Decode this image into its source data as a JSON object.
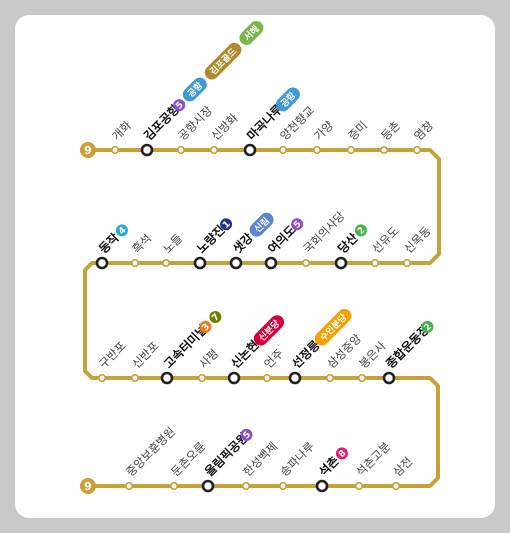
{
  "line": {
    "number": "9",
    "color": "#c7a23a",
    "terminal_color": "#c7a23a"
  },
  "rows": [
    {
      "stations": [
        {
          "name": "개화"
        },
        {
          "name": "김포공항",
          "transfer": true,
          "badges": [
            {
              "text": "5",
              "color": "#8a4fc9",
              "shape": "circle"
            },
            {
              "text": "공항",
              "color": "#3f9ad6",
              "shape": "pill"
            },
            {
              "text": "김포골드",
              "color": "#b08a2a",
              "shape": "pill"
            },
            {
              "text": "서해",
              "color": "#7ab648",
              "shape": "pill"
            }
          ]
        },
        {
          "name": "공항시장"
        },
        {
          "name": "신방화"
        },
        {
          "name": "마곡나루",
          "transfer": true,
          "badges": [
            {
              "text": "공항",
              "color": "#3f9ad6",
              "shape": "pill"
            }
          ]
        },
        {
          "name": "양천향교"
        },
        {
          "name": "가양"
        },
        {
          "name": "증미"
        },
        {
          "name": "등촌"
        },
        {
          "name": "염창"
        }
      ]
    },
    {
      "stations": [
        {
          "name": "동작",
          "transfer": true,
          "badges": [
            {
              "text": "4",
              "color": "#2fa6d8",
              "shape": "circle"
            }
          ]
        },
        {
          "name": "흑석"
        },
        {
          "name": "노들"
        },
        {
          "name": "노량진",
          "transfer": true,
          "badges": [
            {
              "text": "1",
              "color": "#26358f",
              "shape": "circle"
            }
          ]
        },
        {
          "name": "샛강",
          "transfer": true,
          "badges": [
            {
              "text": "신림",
              "color": "#5b86d6",
              "shape": "pill"
            }
          ]
        },
        {
          "name": "여의도",
          "transfer": true,
          "badges": [
            {
              "text": "5",
              "color": "#8a4fc9",
              "shape": "circle"
            }
          ]
        },
        {
          "name": "국회의사당"
        },
        {
          "name": "당산",
          "transfer": true,
          "badges": [
            {
              "text": "2",
              "color": "#3db443",
              "shape": "circle"
            }
          ]
        },
        {
          "name": "선유도"
        },
        {
          "name": "신목동"
        }
      ]
    },
    {
      "stations": [
        {
          "name": "구반포"
        },
        {
          "name": "신반포"
        },
        {
          "name": "고속터미널",
          "transfer": true,
          "badges": [
            {
              "text": "3",
              "color": "#ef7c1c",
              "shape": "circle"
            },
            {
              "text": "7",
              "color": "#747f00",
              "shape": "circle"
            }
          ]
        },
        {
          "name": "사평"
        },
        {
          "name": "신논현",
          "transfer": true,
          "badges": [
            {
              "text": "신분당",
              "color": "#d4003b",
              "shape": "pill"
            }
          ]
        },
        {
          "name": "언주"
        },
        {
          "name": "선정릉",
          "transfer": true,
          "badges": [
            {
              "text": "수인분당",
              "color": "#f5a200",
              "shape": "pill"
            }
          ]
        },
        {
          "name": "삼성중앙"
        },
        {
          "name": "봉은사"
        },
        {
          "name": "종합운동장",
          "transfer": true,
          "badges": [
            {
              "text": "2",
              "color": "#3db443",
              "shape": "circle"
            }
          ]
        }
      ]
    },
    {
      "stations": [
        {
          "name": "중앙보훈병원"
        },
        {
          "name": "둔촌오륜"
        },
        {
          "name": "올림픽공원",
          "transfer": true,
          "badges": [
            {
              "text": "5",
              "color": "#8a4fc9",
              "shape": "circle"
            }
          ]
        },
        {
          "name": "한성백제"
        },
        {
          "name": "송파나루"
        },
        {
          "name": "석촌",
          "transfer": true,
          "badges": [
            {
              "text": "8",
              "color": "#e6186c",
              "shape": "circle"
            }
          ]
        },
        {
          "name": "석촌고분"
        },
        {
          "name": "삼전"
        }
      ]
    }
  ]
}
